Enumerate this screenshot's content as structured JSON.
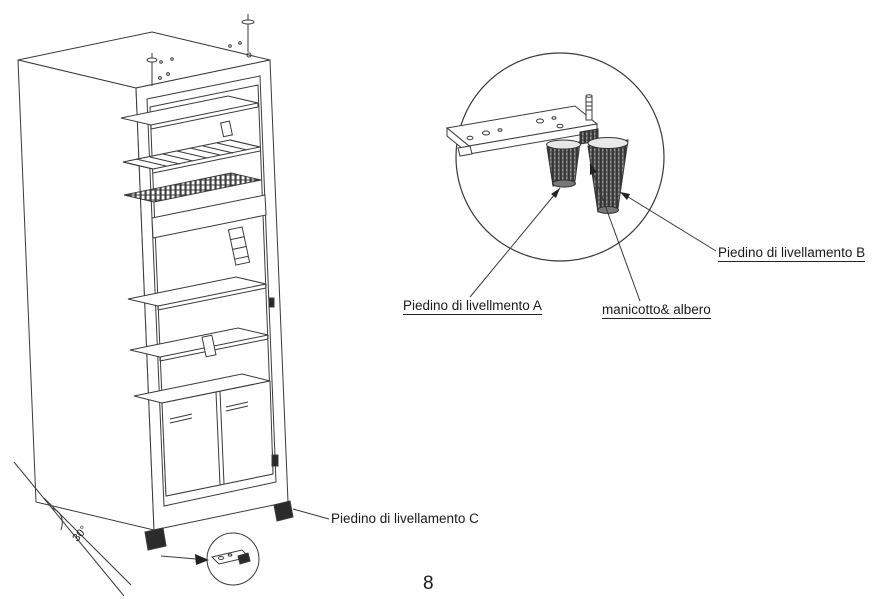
{
  "page": {
    "number": "8"
  },
  "colors": {
    "line": "#3a3a3a",
    "text": "#1a1a1a",
    "foot_fill": "#2b2b2b"
  },
  "labels": {
    "foot_a": "Piedino di livellmento A",
    "sleeve_shaft": "manicotto& albero",
    "foot_b": "Piedino di livellamento B",
    "foot_c": "Piedino di livellamento C",
    "tilt_angle": "30°"
  }
}
